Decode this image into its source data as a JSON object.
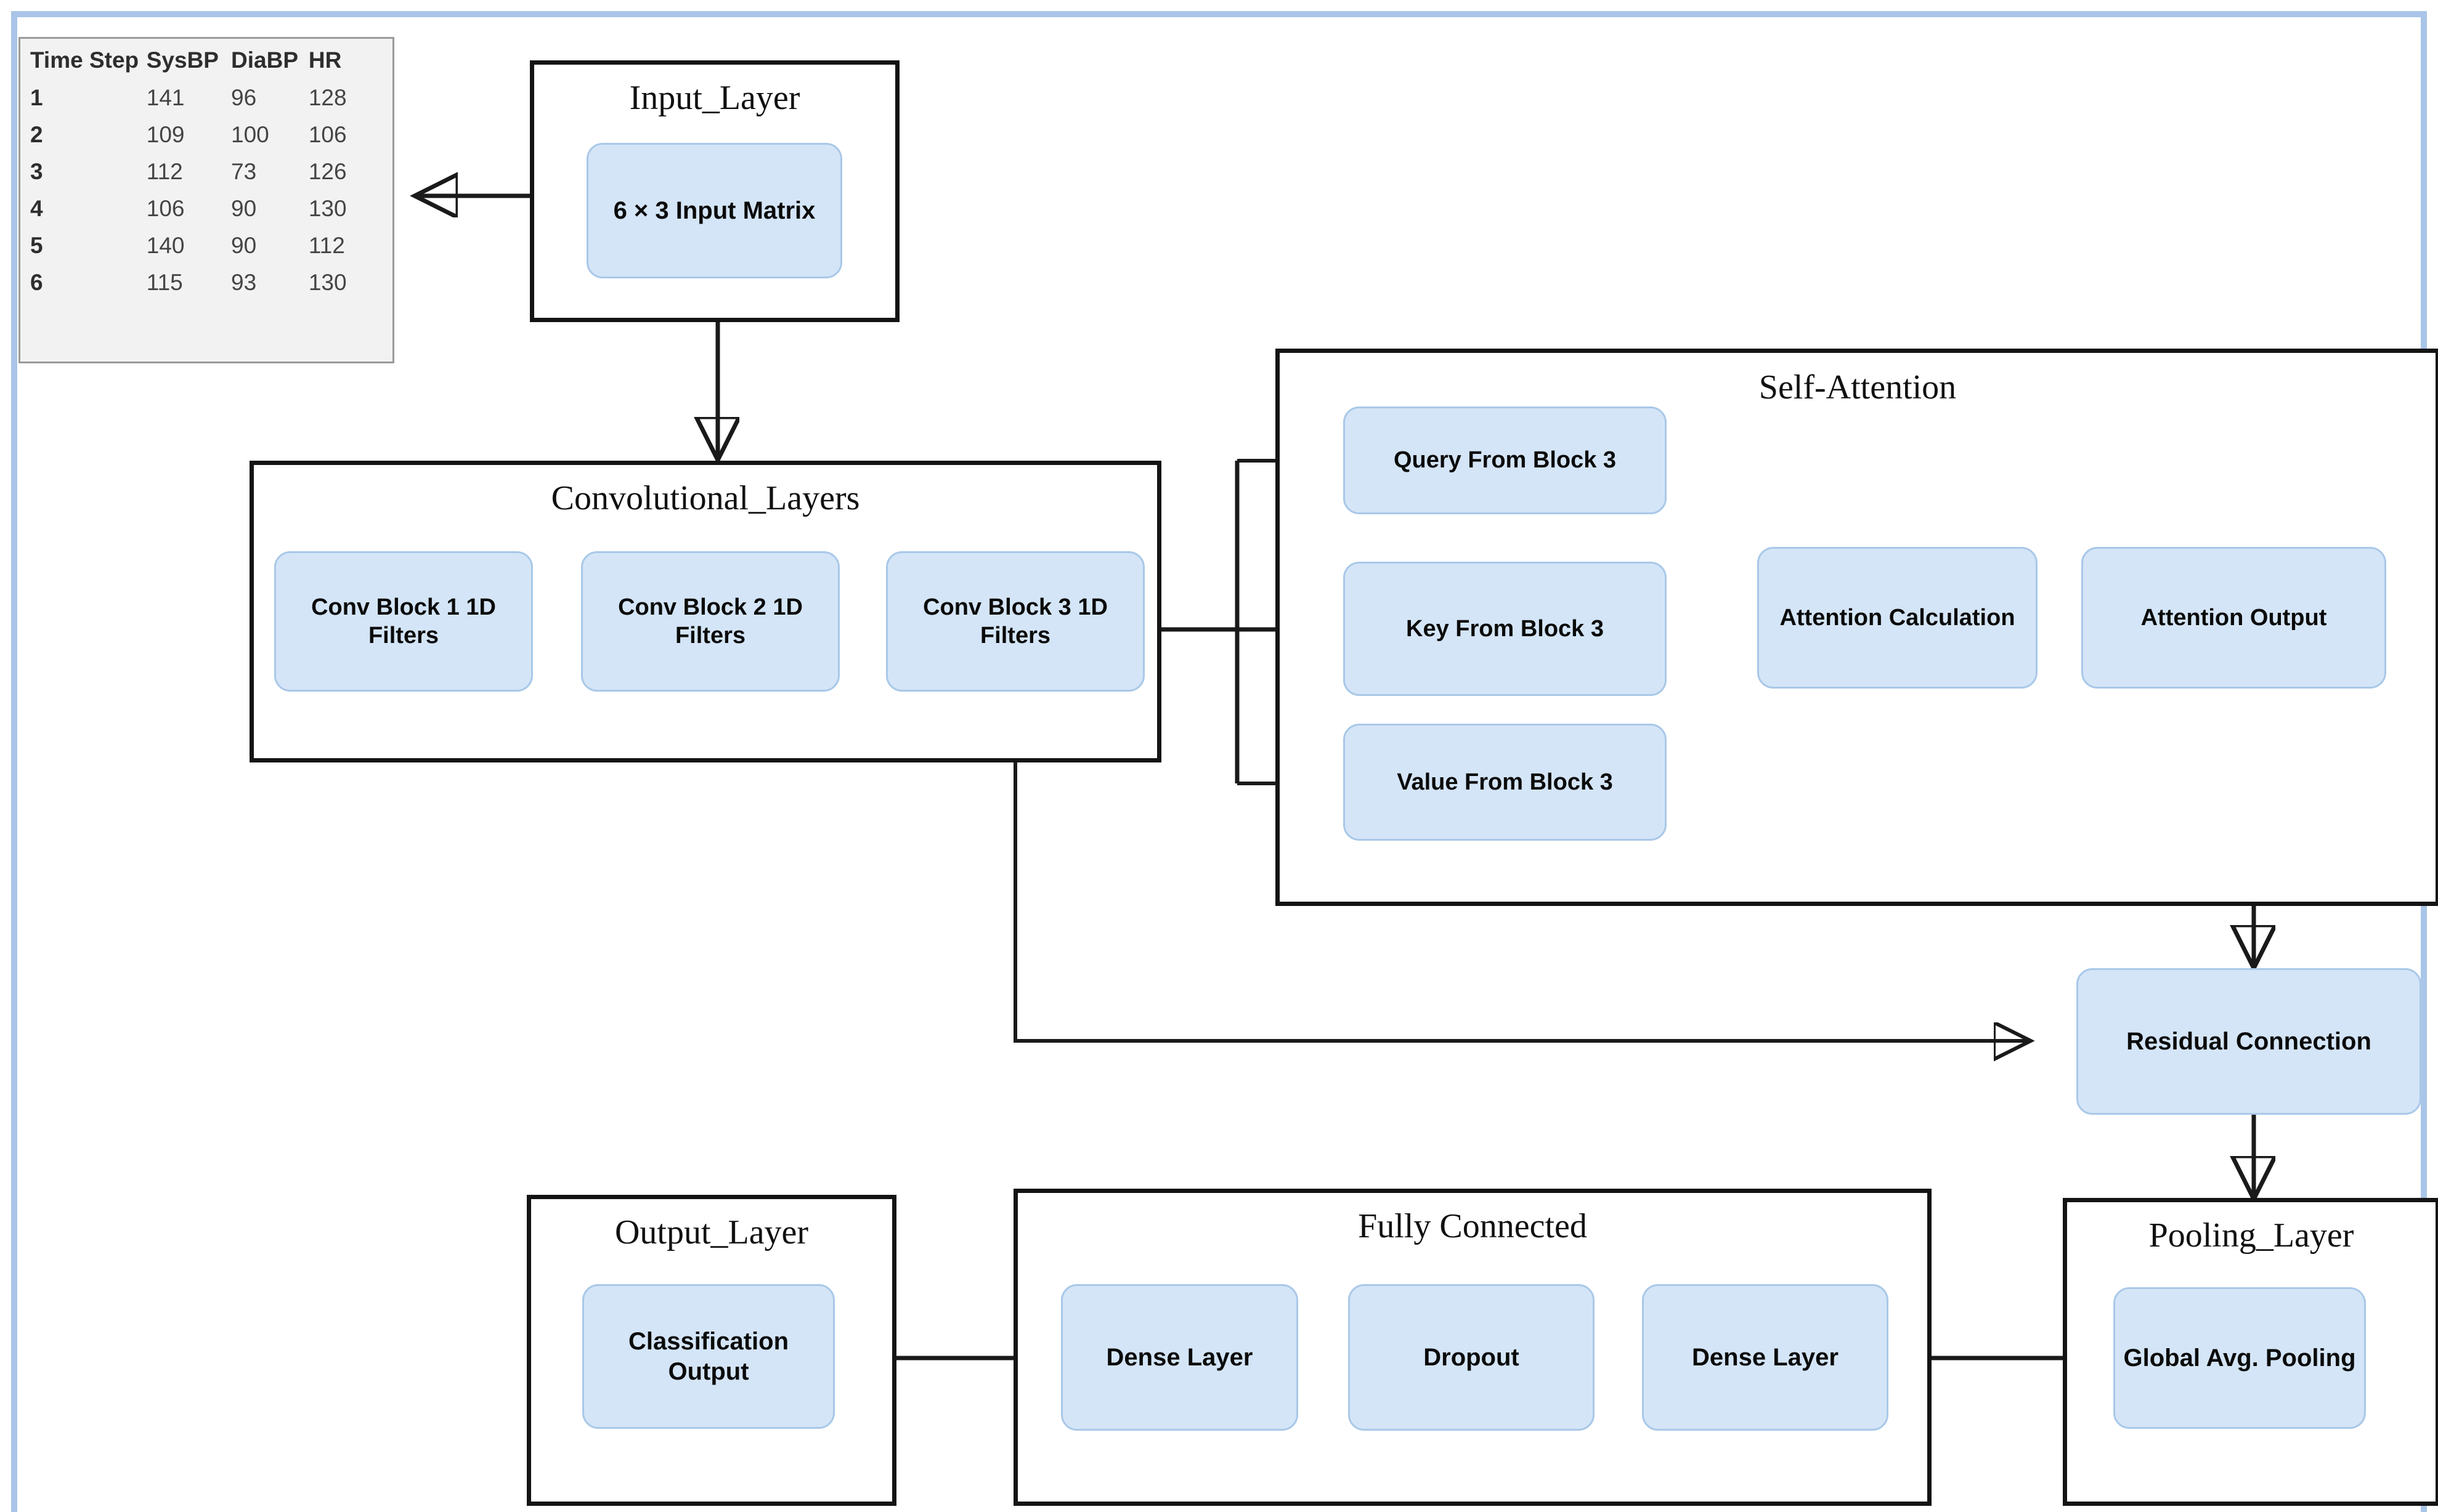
{
  "page": {
    "frame_color": "#a9c5e8",
    "node_fill": "#d4e5f7",
    "node_border": "#a9c8e8",
    "line_color": "#1a1a1a"
  },
  "data_table": {
    "name": "input-signal-table",
    "headers": [
      "Time Step",
      "SysBP",
      "DiaBP",
      "HR"
    ],
    "rows": [
      [
        "1",
        "141",
        "96",
        "128"
      ],
      [
        "2",
        "109",
        "100",
        "106"
      ],
      [
        "3",
        "112",
        "73",
        "126"
      ],
      [
        "4",
        "106",
        "90",
        "130"
      ],
      [
        "5",
        "140",
        "90",
        "112"
      ],
      [
        "6",
        "115",
        "93",
        "130"
      ]
    ]
  },
  "groups": {
    "input_layer": {
      "title": "Input_Layer",
      "nodes": [
        {
          "label": "6 × 3 Input Matrix"
        }
      ]
    },
    "convolutional_layers": {
      "title": "Convolutional_Layers",
      "nodes": [
        {
          "label": "Conv Block 1 1D Filters"
        },
        {
          "label": "Conv Block 2 1D Filters"
        },
        {
          "label": "Conv Block 3 1D Filters"
        }
      ]
    },
    "self_attention": {
      "title": "Self-Attention",
      "nodes": [
        {
          "label": "Query From Block 3"
        },
        {
          "label": "Key From Block 3"
        },
        {
          "label": "Value From Block 3"
        },
        {
          "label": "Attention Calculation"
        },
        {
          "label": "Attention Output"
        }
      ]
    },
    "pooling_layer": {
      "title": "Pooling_Layer",
      "nodes": [
        {
          "label": "Global Avg. Pooling"
        }
      ]
    },
    "fully_connected": {
      "title": "Fully Connected",
      "nodes": [
        {
          "label": "Dense Layer"
        },
        {
          "label": "Dropout"
        },
        {
          "label": "Dense Layer"
        }
      ]
    },
    "output_layer": {
      "title": "Output_Layer",
      "nodes": [
        {
          "label": "Classification Output"
        }
      ]
    }
  },
  "standalone_nodes": {
    "residual": {
      "label": "Residual Connection"
    }
  }
}
